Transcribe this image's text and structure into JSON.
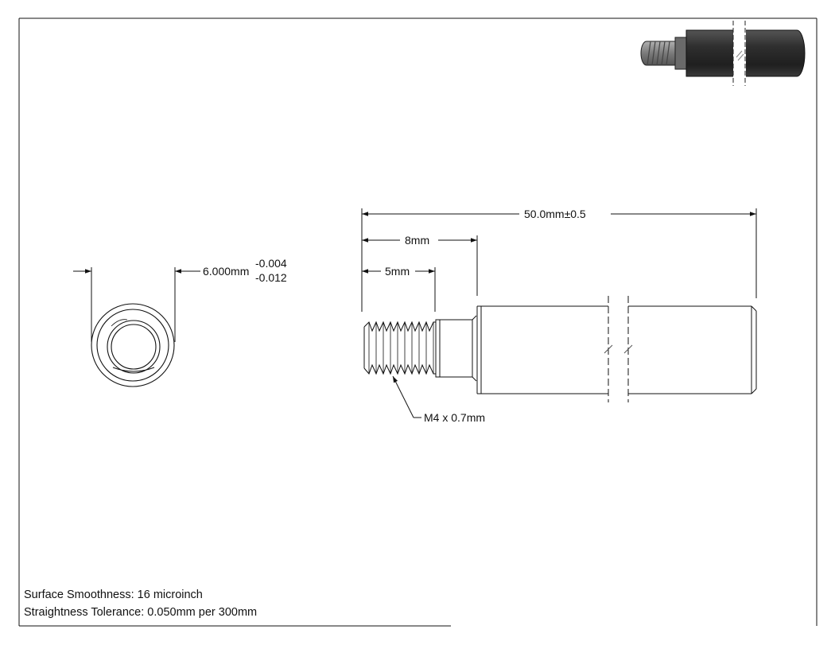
{
  "dimensions": {
    "overall_length": "50.0mm±0.5",
    "threaded_section": "8mm",
    "thread_length": "5mm",
    "diameter": "6.000mm",
    "diameter_upper_tolerance": "-0.004",
    "diameter_lower_tolerance": "-0.012",
    "thread_callout": "M4 x 0.7mm"
  },
  "notes": {
    "surface": "Surface Smoothness: 16 microinch",
    "straightness": "Straightness Tolerance: 0.050mm per 300mm"
  },
  "colors": {
    "line": "#111111",
    "part_dark": "#333333",
    "part_light": "#8c8c8c"
  }
}
